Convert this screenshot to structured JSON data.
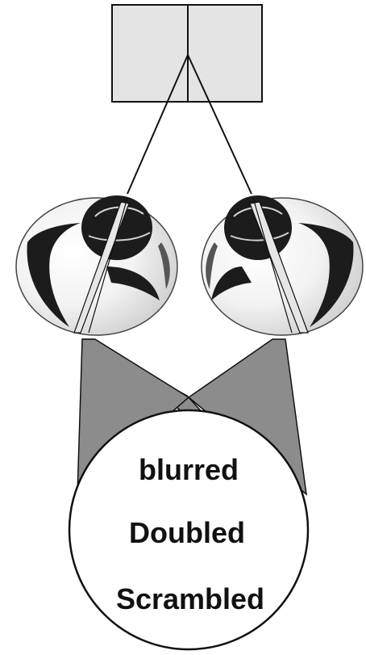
{
  "colors": {
    "book_fill": "#e4e4e4",
    "wedge_fill": "#8c8c8c",
    "ink": "#111111",
    "eye_dark": "#1c1c1c"
  },
  "result_words": {
    "line1": "blurred",
    "line2": "Doubled",
    "line3": "Scrambled"
  }
}
